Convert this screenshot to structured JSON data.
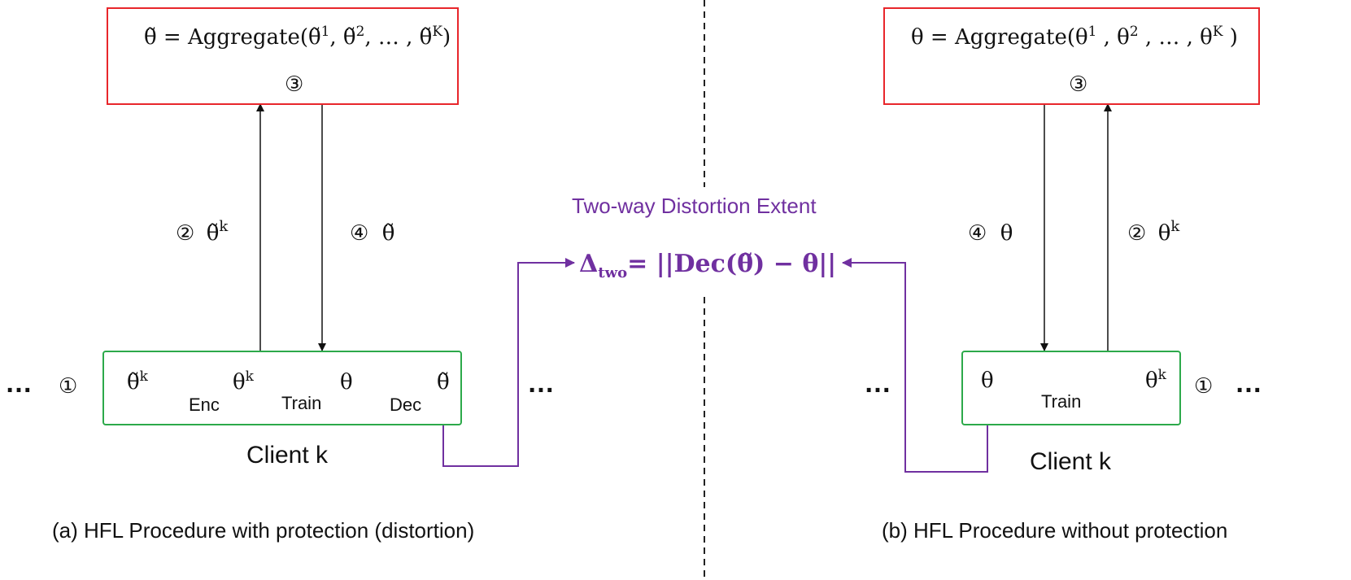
{
  "left": {
    "server": {
      "formula_lhs": "θ̃",
      "formula_eq": " = Aggregate(",
      "formula_args": "θ̃",
      "sup1": "1",
      "sep": ", θ̃",
      "sup2": "2",
      "dots": ", … , θ̃",
      "supK": "K",
      "close": ")",
      "step": "③"
    },
    "up_arrow_label": {
      "step": "②",
      "symbol": "θ̃",
      "sup": "k"
    },
    "down_arrow_label": {
      "step": "④",
      "symbol": "θ̃"
    },
    "client": {
      "nodes": [
        {
          "symbol": "θ̃",
          "sup": "k"
        },
        {
          "symbol": "θ",
          "sup": "k"
        },
        {
          "symbol": "θ",
          "sup": ""
        },
        {
          "symbol": "θ̃",
          "sup": ""
        }
      ],
      "edge_labels": [
        "Enc",
        "Train",
        "Dec"
      ],
      "step": "①",
      "name": "Client k"
    },
    "ellipsis": "…",
    "caption": "(a) HFL Procedure with protection (distortion)"
  },
  "right": {
    "server": {
      "formula": "θ = Aggregate(θ",
      "sup1": "1",
      "sep1": " , θ",
      "sup2": "2",
      "sep2": " , … , θ",
      "supK": "K",
      "close": " )",
      "step": "③"
    },
    "down_arrow_label": {
      "step": "④",
      "symbol": "θ"
    },
    "up_arrow_label": {
      "step": "②",
      "symbol": "θ",
      "sup": "k"
    },
    "client": {
      "nodes": [
        {
          "symbol": "θ",
          "sup": ""
        },
        {
          "symbol": "θ",
          "sup": "k"
        }
      ],
      "edge_labels": [
        "Train"
      ],
      "step": "①",
      "name": "Client k"
    },
    "ellipsis": "…",
    "caption": "(b) HFL Procedure without protection"
  },
  "center": {
    "title": "Two-way Distortion Extent",
    "delta": "Δ",
    "delta_sub": "two",
    "expr_a": "= ||Dec(",
    "expr_theta_tilde": "θ̃",
    "expr_b": ") − θ||"
  },
  "colors": {
    "server_border": "#e8262b",
    "client_border": "#2ca94a",
    "accent_purple": "#7030a0",
    "line": "#111111"
  }
}
